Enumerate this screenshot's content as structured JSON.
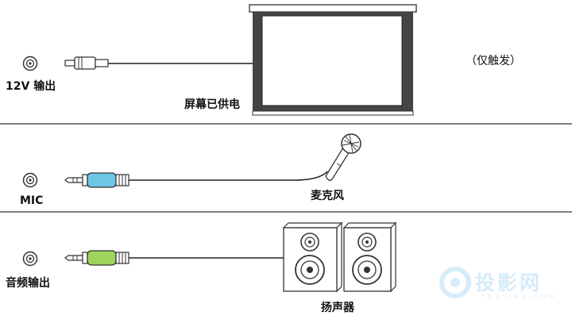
{
  "sections": [
    {
      "port_label": "12V 输出",
      "device_label": "屏幕已供电",
      "note": "（仅触发）",
      "plug_color": "#ffffff"
    },
    {
      "port_label": "MIC",
      "device_label": "麦克风",
      "plug_color": "#6ec6e6"
    },
    {
      "port_label": "音频输出",
      "device_label": "扬声器",
      "plug_color": "#9ed45a"
    }
  ],
  "watermark": {
    "text": "投影网",
    "sub": "TOUYING.COM",
    "color": "#cfe8f7"
  }
}
